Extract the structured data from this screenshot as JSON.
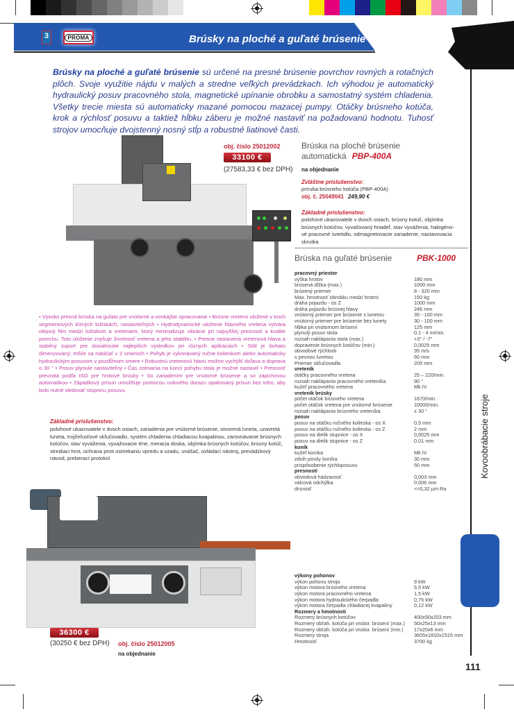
{
  "print_marks": {
    "gray_swatches": [
      "#000000",
      "#1a1a1a",
      "#333333",
      "#4d4d4d",
      "#666666",
      "#808080",
      "#999999",
      "#b3b3b3",
      "#cccccc",
      "#e6e6e6",
      "#ffffff"
    ],
    "color_swatches": [
      "#ffe600",
      "#e4007c",
      "#00a0e9",
      "#1d2088",
      "#009944",
      "#e60012",
      "#231815",
      "#fff462",
      "#f27fb8",
      "#7ecef4",
      "#898989"
    ]
  },
  "header": {
    "logo_badge": "3",
    "brand": "PROMA",
    "title": "Brúsky na ploché a guľaté brúsenie",
    "accent_color": "#2458b0"
  },
  "intro": {
    "lead": "Brúsky na ploché a guľaté brúsenie",
    "text": " sú určené na presné brúsenie povrchov rovných a rotačných plôch. Svoje využitie nájdu v malých a stredne veľkých prevádzkach. Ich výhodou je automatický hydraulický posuv pracovného stola, magnetické upínanie obrobku a samostatný systém chladenia. Všetky trecie miesta sú automaticky mazané pomocou mazacej pumpy. Otáčky brúsneho kotúča, krok a rýchlosť posuvu a taktiež hĺbku záberu je  možné nastaviť na požadovanú hodnotu. Tuhosť strojov umocňuje dvojstenný nosný stĺp a robustné liatinové časti."
  },
  "product1": {
    "order_no": "obj. číslo 25012002",
    "price": "33100 €",
    "price_net": "(27583,33 € bez DPH)",
    "title_line1": "Brúska na ploché brúsenie",
    "title_line2": "automatická",
    "model": "PBP-400A",
    "availability": "na objednanie",
    "special_acc_heading": "Zvláštne príslušenstvo:",
    "special_acc_item": "príruba brúsneho kotúča (PBP-400A)",
    "special_acc_order": "obj. č. 25049041",
    "special_acc_price": "249,90 €",
    "basic_acc_heading": "Základné príslušenstvo:",
    "basic_acc_text": "polohové ukazovatele v dvoch osiach, brúsny kotúč, objímka brúsnych kotúčov, vyvažovaný hriadeľ, stav vyváženia, halogéno-vé pracovné svietidlo, odmagnetovacie zariadenie, nastavovacia skrutka"
  },
  "product2": {
    "title": "Brúska na guľaté brúsenie",
    "model": "PBK-1000",
    "order_no": "obj. číslo 25012005",
    "price": "36300 €",
    "price_net": "(30250 € bez DPH)",
    "availability": "na objednanie",
    "description": "• Vysoko presná brúska na guľato pre vnútorné a vonkajšie opracovanie • Brúsne vreteno uložené v troch segmentových klzných ložiskách, nastaviteľných • Hydrodynamické uloženie hlavného vretena vytvára olejový film medzi ložiskom a vretenami, ktorý minimalizuje vibrácie pri najvyššej presnosti a kvalite povrchu. Toto uloženie zvyšuje životnosť vretena a jeho stabilitu. • Presne nastavená vretenová hlava a stabilný suport pre dosiahnutie najlepších výsledkov pri rôznych aplikáciách • Stôl je bohato dimenzovaný; môže sa natáčať v 2 smeroch • Pohyb je vykonávaný ručne kolieskom alebo automaticky hydraulickým posuvom v pozdĺžnom smere • Robustnú vretenovú hlavu možno vychýliť doľava a doprava o 30 ° • Posuv plynule nastaviteľný • Čas zotrvania na konci pohybu stola je možné nastaviť • Presnosť prevzatá podľa ISO pre hrotové brúsky • So zariadením pre vnútorné brúsenie a so zápichovou automatikou • Západkový prísun umožňuje pomocou nulového dorazu opakovaný prísun bez toho, aby bolo nutné sledovať stupnicu posuvu.",
    "basic_acc_heading": "Základné príslušenstvo:",
    "basic_acc_text": "polohové ukazovatele v dvoch osiach, zariadenia pre vnútorné brúsenie, otvorená luneta, uzavretá luneta, trojčeľusťové skľučovadlo, systém chladenia chladiacou kvapalinou, zarovnávanie brúsnych kotúčov, stav vyváženia, vyvažovacie tŕne, meracia doska, objímka brúsnych kotúčov, brúsny kotúč, strediaci hrot, ochrana proti ostriekaniu vpredu a vzadu, unášač, ovládací nástroj, prevádzkový návod, preberací protokol"
  },
  "specs_part1": [
    {
      "k": "pracovný priestor",
      "v": "",
      "h": true
    },
    {
      "k": "výška hrotov",
      "v": "180 mm"
    },
    {
      "k": "brúsená dĺžka (max.)",
      "v": "1000 mm"
    },
    {
      "k": "brúsený priemer",
      "v": "8 - 320 mm"
    },
    {
      "k": " Max. hmotnosť obrobku medzi hrotmi",
      "v": "150 kg"
    },
    {
      "k": "dráha pojazdu - os Z",
      "v": "1000 mm"
    },
    {
      "k": "dráha pojazdu brúsnej hlavy",
      "v": "246 mm"
    },
    {
      "k": "vnútorný priemer pre brúsenie s lunetou",
      "v": "35 - 100 mm"
    },
    {
      "k": "vnútorný priemer pre brúsenie bez lunety",
      "v": "30 - 100 mm"
    },
    {
      "k": "hĺbka pri vnútornom brúsení",
      "v": "125 mm"
    },
    {
      "k": "plynulý posuv stola",
      "v": "0,1 - 4 m/min."
    },
    {
      "k": "rozsah naklápania stola (max.)",
      "v": "+3° / -7°"
    },
    {
      "k": "dopravenie brúsnych kotúčov (min.)",
      "v": "0,0025 mm"
    },
    {
      "k": "obvodové rýchlosti",
      "v": "35 m/s"
    },
    {
      "k": "s pevnou lunetou",
      "v": "60 mm"
    },
    {
      "k": "Priemer skľučovadla",
      "v": "200 mm"
    },
    {
      "k": "vreteník",
      "v": "",
      "h": true
    },
    {
      "k": "otáčky pracovného vretena",
      "v": "25 – 220/min."
    },
    {
      "k": "rozsah naklápania pracovného vreteníka",
      "v": "90 °"
    },
    {
      "k": "kužeľ pracovného vretena",
      "v": "Mk IV"
    },
    {
      "k": "vreteník brúsky",
      "v": "",
      "h": true
    },
    {
      "k": "počet otáčok brúsneho vretena",
      "v": "1670/min."
    },
    {
      "k": "počet otáčok vretena pre vnútorné brúsenie",
      "v": "10000/min."
    },
    {
      "k": "rozsah naklápania brúsneho vreteníka",
      "v": "± 30 °"
    },
    {
      "k": "posuv",
      "v": "",
      "h": true
    },
    {
      "k": "posuv na otáčku ručného kolieska - os X",
      "v": "0,5 mm"
    },
    {
      "k": "posuv na otáčku ručného kolieska - os Z",
      "v": "2 mm"
    },
    {
      "k": "posuv na dielik stupnice - os X",
      "v": "0,0025 mm"
    },
    {
      "k": "posuv na dielik stupnice  - os Z",
      "v": "0,01 mm"
    },
    {
      "k": "koník",
      "v": "",
      "h": true
    },
    {
      "k": "kužeľ  koníka",
      "v": "Mk IV"
    },
    {
      "k": "zdvih pinoly koníka",
      "v": "30 mm"
    },
    {
      "k": "prispôsobenie  rýchloposuvu",
      "v": "50 mm"
    },
    {
      "k": "presnosti",
      "v": "",
      "h": true
    },
    {
      "k": "obvodová hádzavosť",
      "v": "0,003 mm"
    },
    {
      "k": "valcová odchýlka",
      "v": "0,006 mm"
    },
    {
      "k": "drsnosť",
      "v": "<=0,32 µm Ra"
    }
  ],
  "specs_part2": [
    {
      "k": "výkony pohonov",
      "v": "",
      "h": true
    },
    {
      "k": "výkon pohonu stroja",
      "v": "9 kW"
    },
    {
      "k": "výkon motora brúsneho vretena",
      "v": "5,5 kW"
    },
    {
      "k": "výkon motora pracovného vretena",
      "v": "1,5 kW"
    },
    {
      "k": "výkon motora hydraulického čerpadla",
      "v": "0,75 kW"
    },
    {
      "k": "výkon motora čerpadla chladiacej kvapaliny",
      "v": "0,12 kW"
    },
    {
      "k": "Rozmery a hmotnosti",
      "v": "",
      "h": true
    },
    {
      "k": "Rozmery brúsnych kotúčov",
      "v": "400x50x203 mm"
    },
    {
      "k": "Rozmery obťah. kotúča pri vnútor. brúsení  (max.)",
      "v": "50x25x13 mm"
    },
    {
      "k": "Rozmery obťah. kotúča pri vnútor. brúsení  (min.)",
      "v": "17x20x6 mm"
    },
    {
      "k": "Rozmery stroja",
      "v": "3605x1810x1515 mm"
    },
    {
      "k": "Hmotnosť",
      "v": "3700 kg"
    }
  ],
  "side": {
    "section_label": "Kovoobrábacie stroje",
    "page_number": "111"
  }
}
